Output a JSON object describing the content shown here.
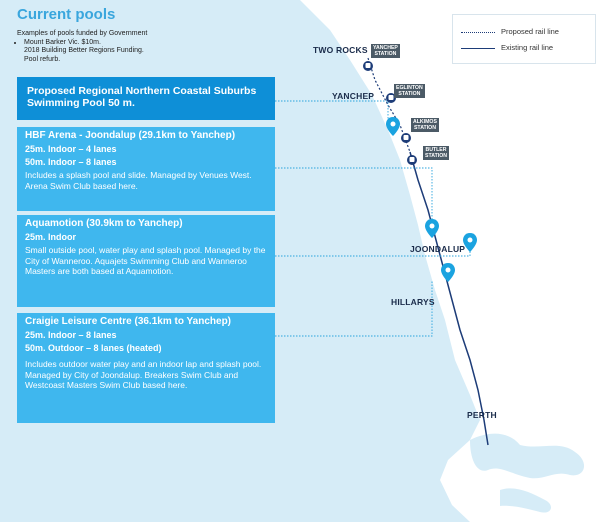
{
  "title": "Current pools",
  "gov_note": {
    "heading": "Examples of pools funded by Government",
    "bullet_line1": "Mount Barker Vic. $10m.",
    "bullet_line2": "2018 Building Better Regions Funding.",
    "bullet_line3": "Pool refurb."
  },
  "proposed_pool": {
    "line1": "Proposed Regional Northern Coastal Suburbs",
    "line2": "Swimming Pool 50 m."
  },
  "pools": [
    {
      "name": "HBF Arena - Joondalup (29.1km to Yanchep)",
      "specs": [
        "25m. Indoor – 4 lanes",
        "50m. Indoor – 8 lanes"
      ],
      "desc": "Includes a splash pool and slide.  Managed by Venues West.  Arena Swim Club based here."
    },
    {
      "name": "Aquamotion (30.9km to Yanchep)",
      "specs": [
        "25m. Indoor"
      ],
      "desc": "Small outside pool, water play and splash pool. Managed by the City of Wanneroo. Aquajets Swimming Club and Wanneroo Masters are both based at Aquamotion."
    },
    {
      "name": "Craigie Leisure Centre (36.1km to Yanchep)",
      "specs": [
        "25m. Indoor – 8 lanes",
        "50m. Outdoor – 8 lanes (heated)"
      ],
      "desc": "Includes outdoor water play and an indoor lap and splash pool.  Managed by City of Joondalup. Breakers Swim Club and Westcoast Masters Swim Club based here."
    }
  ],
  "legend": {
    "proposed": "Proposed rail line",
    "existing": "Existing rail line"
  },
  "places": {
    "two_rocks": "TWO ROCKS",
    "yanchep": "YANCHEP",
    "joondalup": "JOONDALUP",
    "hillarys": "HILLARYS",
    "perth": "PERTH"
  },
  "stations": {
    "yanchep": [
      "YANCHEP",
      "STATION"
    ],
    "eglinton": [
      "EGLINTON",
      "STATION"
    ],
    "alkimos": [
      "ALKIMOS",
      "STATION"
    ],
    "butler": [
      "BUTLER",
      "STATION"
    ]
  },
  "colors": {
    "sea": "#d6ecf7",
    "land": "#ffffff",
    "panel": "#3fb7ee",
    "proposed_panel": "#0e8fd7",
    "title": "#3aa6dd",
    "rail_existing": "#1d3c78",
    "pin": "#1ba3e0"
  },
  "icons": [
    "map-pin-icon",
    "train-icon"
  ]
}
